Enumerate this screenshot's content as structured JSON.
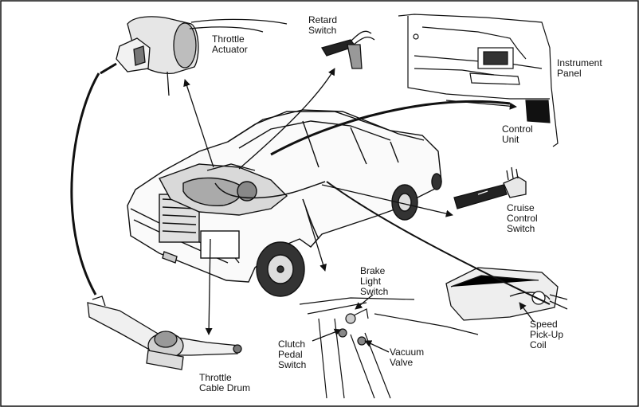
{
  "labels": {
    "throttle_actuator": "Throttle\nActuator",
    "retard_switch": "Retard\nSwitch",
    "instrument_panel": "Instrument\nPanel",
    "control_unit": "Control\nUnit",
    "cruise_control_switch": "Cruise\nControl\nSwitch",
    "brake_light_switch": "Brake\nLight\nSwitch",
    "clutch_pedal_switch": "Clutch\nPedal\nSwitch",
    "vacuum_valve": "Vacuum\nValve",
    "speed_pickup_coil": "Speed\nPick-Up\nCoil",
    "throttle_cable_drum": "Throttle\nCable Drum"
  },
  "colors": {
    "ink": "#111111",
    "paper": "#ffffff",
    "shade": "#d9d9d9"
  }
}
